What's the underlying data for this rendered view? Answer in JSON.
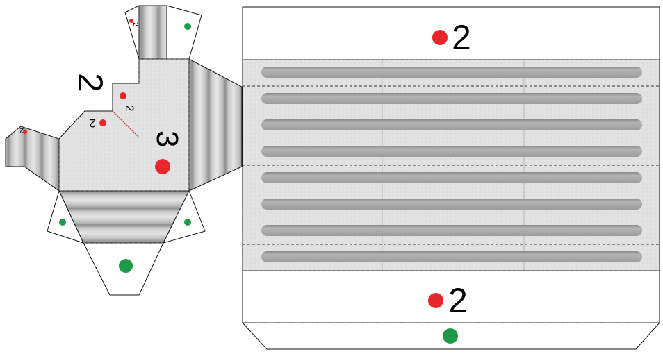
{
  "labels": {
    "top_flap": "2",
    "bottom_flap": "2",
    "left_side": "2",
    "corner_a": "2",
    "corner_b": "2",
    "left_tip": "2",
    "top_tip": "2",
    "center_piece": "3"
  },
  "colors": {
    "glue_marker": "#e8262b",
    "fold_marker": "#1e9a47",
    "outline": "#111111",
    "fold_line": "#333333",
    "panel_texture": "#d9d9d9",
    "groove": "#a9a9a9"
  },
  "icons": {
    "glue": "red-dot-icon",
    "fold": "green-dot-icon"
  }
}
